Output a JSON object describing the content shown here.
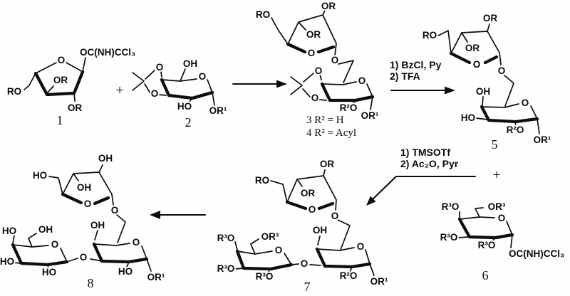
{
  "compound1": {
    "number": "1",
    "anomeric_group": "OC(NH)CCl₃",
    "ro_left": "RO",
    "or_inner": "OR",
    "or_bottom": "OR",
    "ring_o": "O"
  },
  "operators": {
    "plus_left": "+",
    "plus_right": "+"
  },
  "compound2": {
    "number": "2",
    "oh_top": "OH",
    "ho_bottom": "HO",
    "or1_anomeric": "OR¹",
    "ring_o": "O",
    "acetal_o_top": "O",
    "acetal_o_bottom": "O"
  },
  "compound34": {
    "label_3": "3 R² = H",
    "label_4": "4 R² = Acyl",
    "fur_ro_left": "RO",
    "fur_or_top": "OR",
    "fur_or_inner": "OR",
    "fur_ring_o": "O",
    "glycosidic_o": "O",
    "pyr_ring_o": "O",
    "acetal_o_top": "O",
    "acetal_o_bottom": "O",
    "r2o": "R²O",
    "or1_anomeric": "OR¹"
  },
  "reagents_step1": {
    "line1": "1) BzCl, Py",
    "line2": "2) TFA"
  },
  "compound5": {
    "number": "5",
    "fur_ro_left": "RO",
    "fur_or_top": "OR",
    "fur_or_inner": "OR",
    "fur_ring_o": "O",
    "glycosidic_o": "O",
    "pyr_oh_top": "OH",
    "pyr_ho_left": "HO",
    "pyr_ring_o": "O",
    "r2o": "R²O",
    "or1_anomeric": "OR¹"
  },
  "compound6": {
    "number": "6",
    "r3o_top_left": "R³O",
    "or3_top": "OR³",
    "r3o_left": "R³O",
    "r3o_bottom": "R³O",
    "ring_o": "O",
    "anomeric_group": "OC(NH)CCl₃"
  },
  "reagents_step2": {
    "line1": "1) TMSOTf",
    "line2": "2) Ac₂O, Pyr"
  },
  "compound7": {
    "number": "7",
    "fur_ro_left": "RO",
    "fur_or_top": "OR",
    "fur_or_inner": "OR",
    "fur_ring_o": "O",
    "glycosidic_o": "O",
    "mid_oh_top": "OH",
    "mid_ring_o": "O",
    "mid_r2o": "R²O",
    "mid_or1": "OR¹",
    "link_o": "O",
    "left_r3o_top_left": "R³O",
    "left_or3_top": "OR³",
    "left_r3o_left": "R³O",
    "left_r3o_bottom": "R³O",
    "left_ring_o": "O"
  },
  "compound8": {
    "number": "8",
    "fur_ho_left": "HO",
    "fur_oh_top": "OH",
    "fur_oh_inner": "OH",
    "fur_ring_o": "O",
    "glycosidic_o": "O",
    "mid_oh_top": "OH",
    "mid_ring_o": "O",
    "mid_ho_bottom": "HO",
    "mid_or1": "OR¹",
    "link_o": "O",
    "left_ho_top_left": "HO",
    "left_oh_top": "OH",
    "left_ho_left": "HO",
    "left_ho_bottom": "HO",
    "left_ring_o": "O"
  }
}
